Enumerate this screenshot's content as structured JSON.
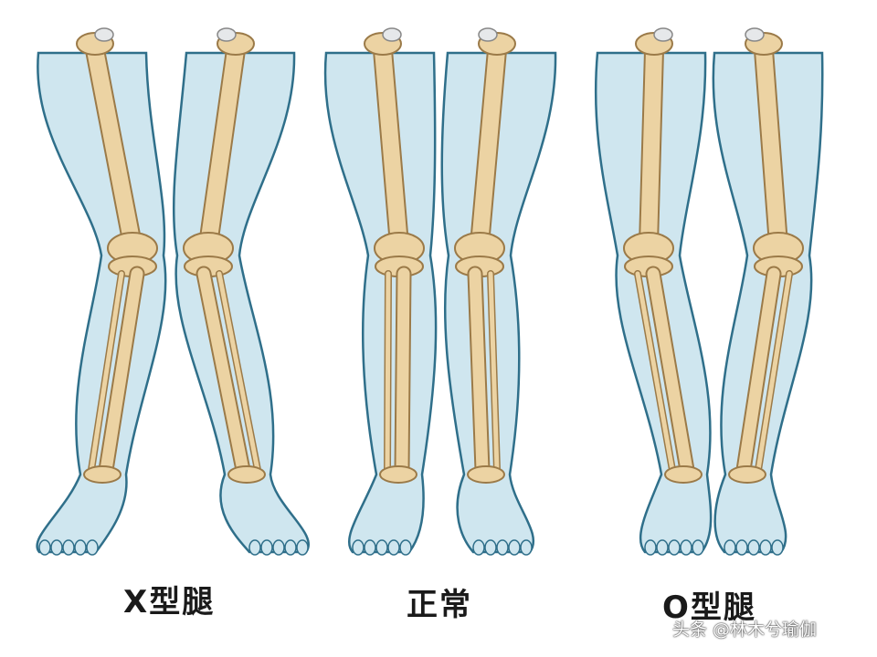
{
  "labels": {
    "x_leg": "X型腿",
    "normal": "正常",
    "o_leg": "O型腿"
  },
  "watermark": "头条 @林木兮瑜伽",
  "colors": {
    "skin": "#cfe6ef",
    "outline": "#2f6f8a",
    "bone": "#ecd3a3",
    "bone_outline": "#9b7a48",
    "label": "#1a1a1a"
  }
}
